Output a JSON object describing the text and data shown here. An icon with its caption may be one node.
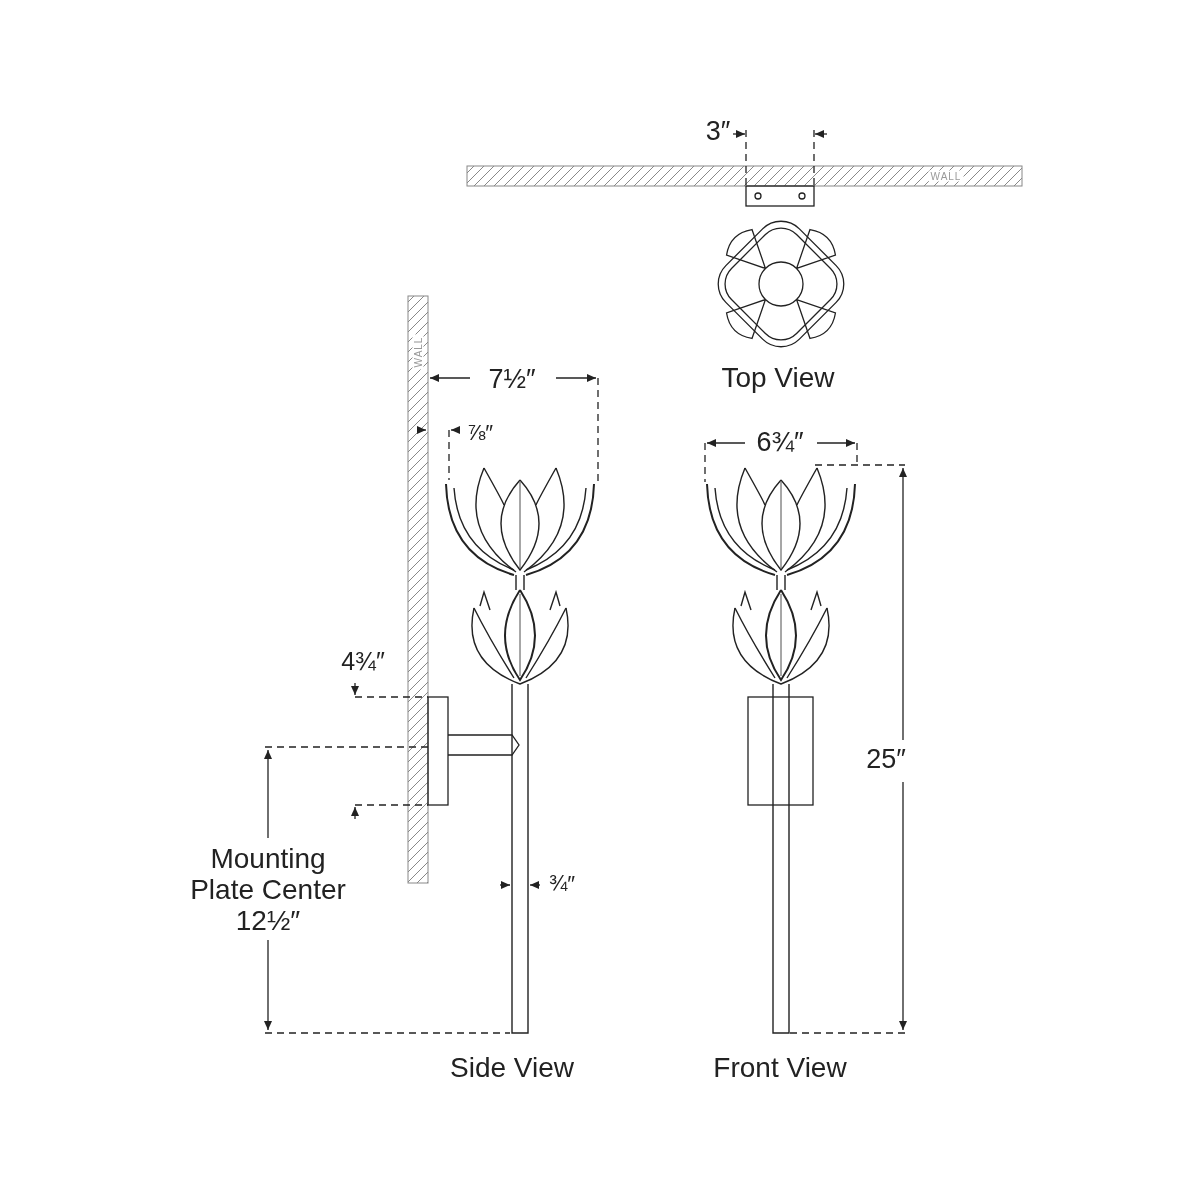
{
  "diagram": {
    "labels": [
      "3″",
      "WALL",
      "Top View",
      "WALL",
      "7½″",
      "⅞″",
      "6¾″",
      "4¾″",
      "25″",
      "Mounting Plate Center 12½″",
      "¾″",
      "Side View",
      "Front View"
    ]
  }
}
